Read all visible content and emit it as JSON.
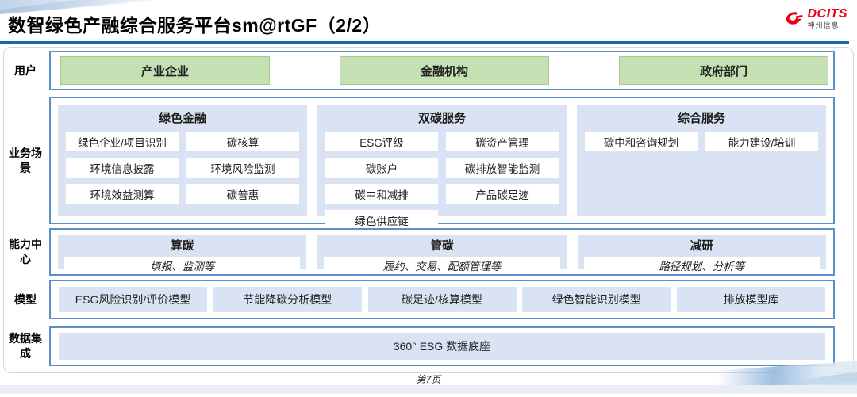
{
  "header": {
    "title": "数智绿色产融综合服务平台sm@rtGF（2/2）",
    "logo_name": "DCITS",
    "logo_subtitle": "神州信息"
  },
  "diagram": {
    "users": {
      "label": "用户",
      "items": [
        "产业企业",
        "金融机构",
        "政府部门"
      ]
    },
    "scenarios": {
      "label": "业务场景",
      "columns": [
        {
          "title": "绿色金融",
          "items": [
            "绿色企业/项目识别",
            "碳核算",
            "环境信息披露",
            "环境风险监测",
            "环境效益测算",
            "碳普惠"
          ]
        },
        {
          "title": "双碳服务",
          "items": [
            "ESG评级",
            "碳资产管理",
            "碳账户",
            "碳排放智能监测",
            "碳中和减排",
            "产品碳足迹",
            "绿色供应链"
          ]
        },
        {
          "title": "综合服务",
          "items": [
            "碳中和咨询规划",
            "能力建设/培训"
          ]
        }
      ]
    },
    "capabilities": {
      "label": "能力中心",
      "items": [
        {
          "title": "算碳",
          "desc": "填报、监测等"
        },
        {
          "title": "管碳",
          "desc": "履约、交易、配额管理等"
        },
        {
          "title": "减研",
          "desc": "路径规划、分析等"
        }
      ]
    },
    "models": {
      "label": "模型",
      "items": [
        "ESG风险识别/评价模型",
        "节能降碳分析模型",
        "碳足迹/核算模型",
        "绿色智能识别模型",
        "排放模型库"
      ]
    },
    "data_integration": {
      "label": "数据集成",
      "items": [
        "360° ESG 数据底座"
      ]
    }
  },
  "footer": {
    "page_number": "第7页"
  },
  "colors": {
    "accent_blue_border": "#5b8fc9",
    "header_rule_blue": "#1568ac",
    "light_blue_fill": "#dae3f3",
    "green_fill": "#c5e0b3",
    "logo_red": "#e60012"
  }
}
